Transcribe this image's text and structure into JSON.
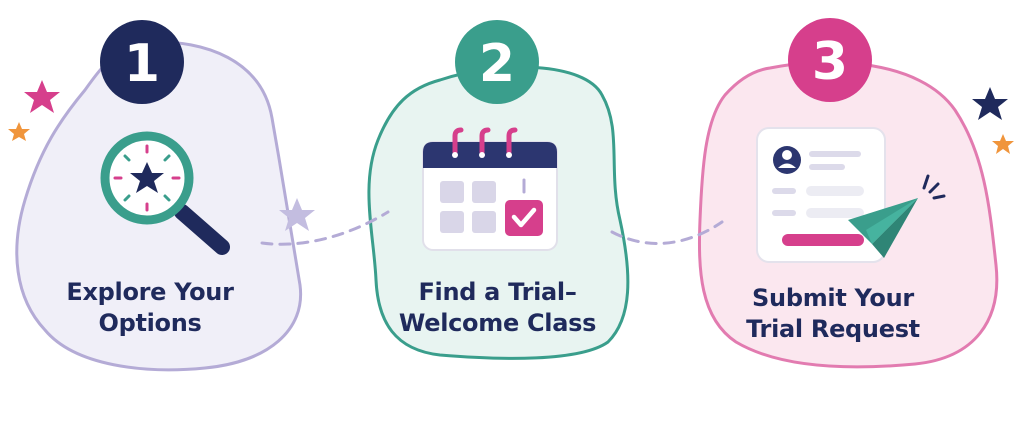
{
  "steps": [
    {
      "number": "1",
      "line1": "Explore Your",
      "line2": "Options",
      "color": "#1f2a5c",
      "icon": "magnifier-star-icon"
    },
    {
      "number": "2",
      "line1": "Find a Trial–",
      "line2": "Welcome Class",
      "color": "#3a9e8c",
      "icon": "calendar-check-icon"
    },
    {
      "number": "3",
      "line1": "Submit Your",
      "line2": "Trial Request",
      "color": "#d63f8c",
      "icon": "form-paper-plane-icon"
    }
  ],
  "colors": {
    "navy": "#1f2a5c",
    "teal": "#3a9e8c",
    "magenta": "#d63f8c",
    "lavender": "#b4abd6",
    "orange": "#f0953c",
    "light_purple": "#efeef8",
    "light_teal": "#e7f4f1",
    "light_pink": "#fbe6ef"
  }
}
